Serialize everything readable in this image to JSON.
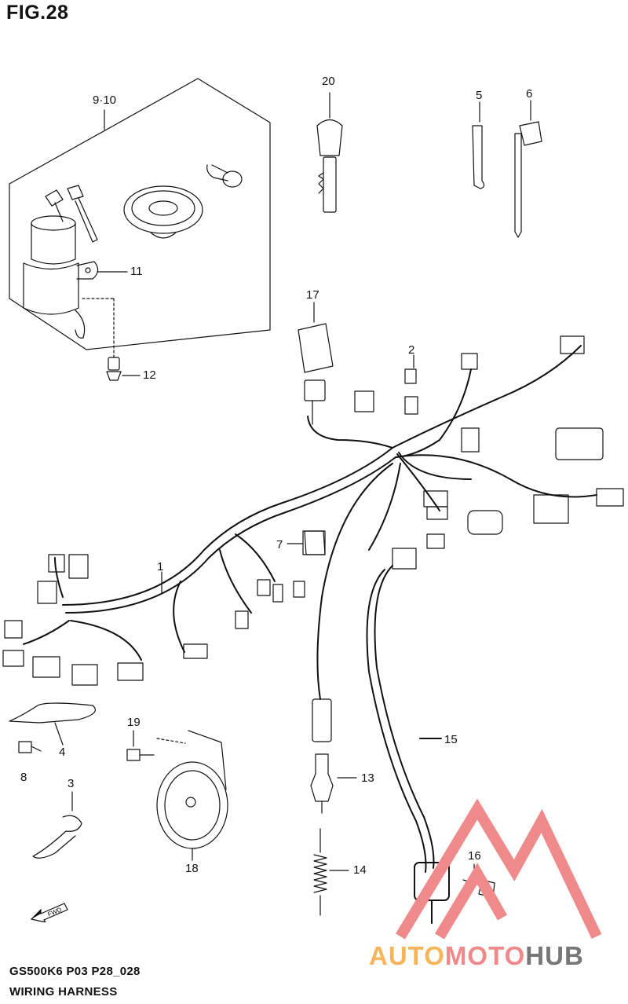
{
  "figure": {
    "title": "FIG.28"
  },
  "callouts": [
    {
      "id": "c-9-10",
      "label": "9·10"
    },
    {
      "id": "c-11",
      "label": "11"
    },
    {
      "id": "c-12",
      "label": "12"
    },
    {
      "id": "c-20",
      "label": "20"
    },
    {
      "id": "c-5",
      "label": "5"
    },
    {
      "id": "c-6",
      "label": "6"
    },
    {
      "id": "c-17",
      "label": "17"
    },
    {
      "id": "c-2",
      "label": "2"
    },
    {
      "id": "c-7",
      "label": "7"
    },
    {
      "id": "c-1",
      "label": "1"
    },
    {
      "id": "c-4",
      "label": "4"
    },
    {
      "id": "c-8",
      "label": "8"
    },
    {
      "id": "c-19",
      "label": "19"
    },
    {
      "id": "c-3",
      "label": "3"
    },
    {
      "id": "c-18",
      "label": "18"
    },
    {
      "id": "c-13",
      "label": "13"
    },
    {
      "id": "c-14",
      "label": "14"
    },
    {
      "id": "c-15",
      "label": "15"
    },
    {
      "id": "c-16",
      "label": "16"
    }
  ],
  "fwd_marker": "FWD",
  "footer": {
    "code": "GS500K6 P03 P28_028",
    "name": "WIRING HARNESS"
  },
  "watermark": {
    "part1": "AUTO",
    "part2": "MOTO",
    "part3": "HUB",
    "colors": {
      "auto": "#f6b55a",
      "moto": "#f08a8a",
      "hub": "#777777",
      "triangle": "#f08a8a"
    }
  }
}
